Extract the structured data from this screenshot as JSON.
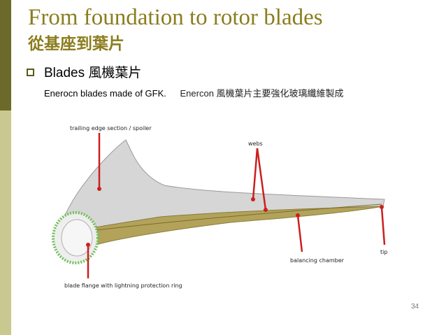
{
  "slide": {
    "title": "From foundation to rotor blades",
    "subtitle": "從基座到葉片",
    "bullet": {
      "label": "Blades",
      "label_zh": "風機葉片"
    },
    "description": "Enerocn blades made of GFK.",
    "description_zh": "Enercon  風機葉片主要強化玻璃纖維製成",
    "page_number": "34"
  },
  "diagram": {
    "labels": {
      "trailing_edge": "trailing edge section / spoiler",
      "webs": "webs",
      "balancing": "balancing chamber",
      "tip": "tip",
      "flange": "blade flange with lightning protection ring"
    },
    "colors": {
      "callout": "#cc1f1f",
      "blade_upper": "#d8d8d8",
      "blade_lower": "#b5a55a",
      "ring": "#6fbf5a"
    }
  }
}
